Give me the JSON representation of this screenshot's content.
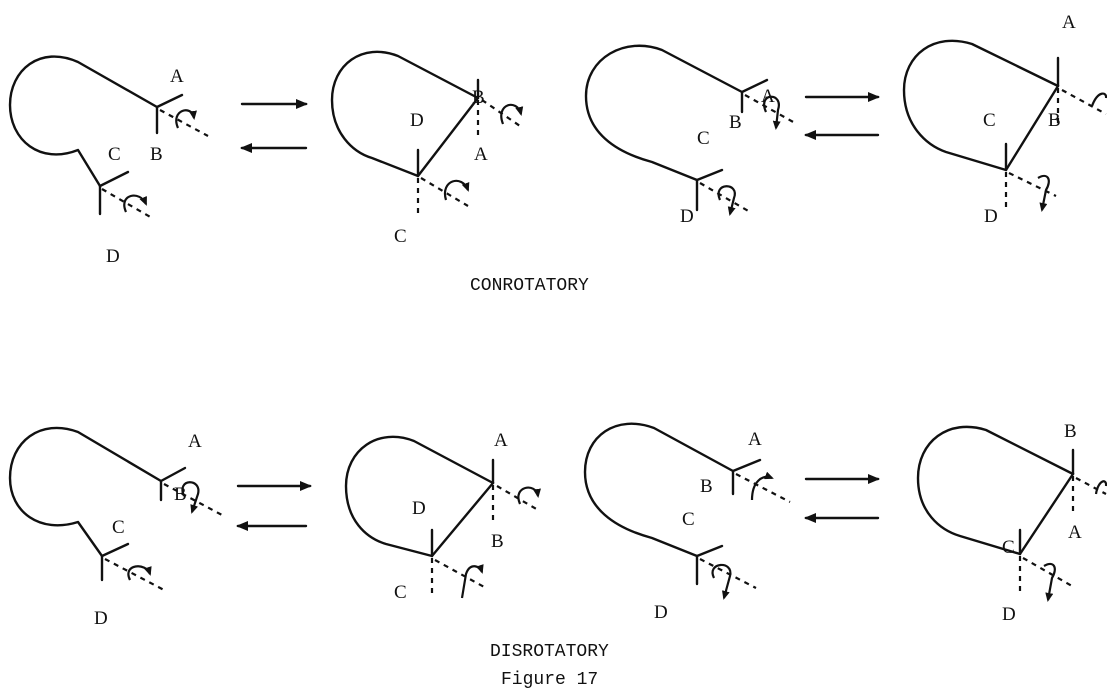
{
  "captions": {
    "conrotatory": "CONROTATORY",
    "disrotatory": "DISROTATORY",
    "figure": "Figure 17"
  },
  "labels": {
    "A": "A",
    "B": "B",
    "C": "C",
    "D": "D"
  }
}
